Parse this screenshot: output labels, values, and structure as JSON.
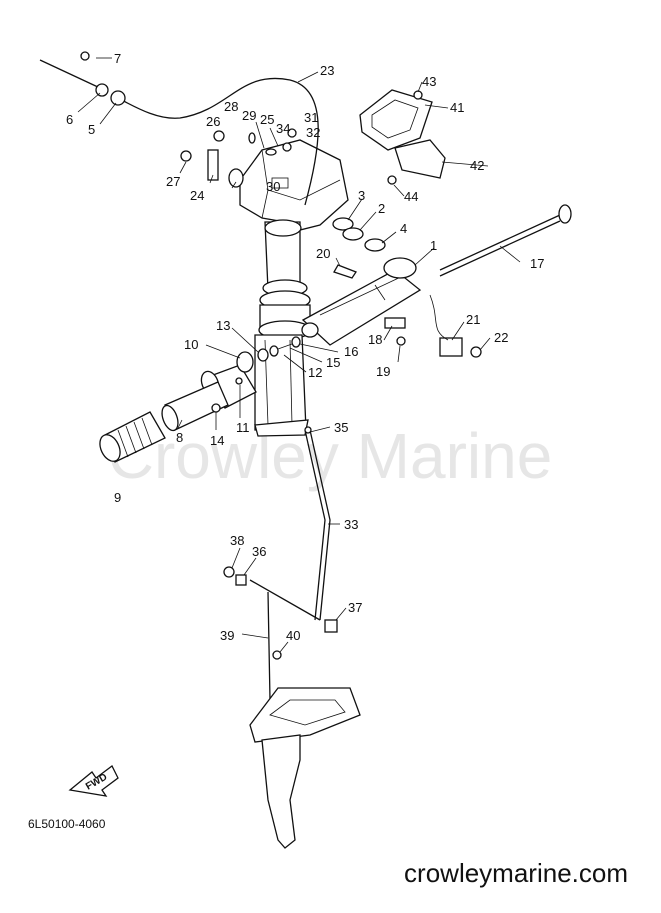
{
  "watermark": "Crowley Marine",
  "footer_url": "crowleymarine.com",
  "diagram_code": "6L50100-4060",
  "fwd_label": "FWD",
  "callouts": [
    "7",
    "6",
    "5",
    "23",
    "43",
    "41",
    "28",
    "29",
    "25",
    "26",
    "34",
    "31",
    "32",
    "27",
    "24",
    "30",
    "42",
    "44",
    "3",
    "2",
    "4",
    "1",
    "20",
    "17",
    "13",
    "10",
    "15",
    "16",
    "12",
    "18",
    "21",
    "22",
    "19",
    "11",
    "14",
    "8",
    "9",
    "35",
    "33",
    "38",
    "36",
    "37",
    "39",
    "40"
  ]
}
